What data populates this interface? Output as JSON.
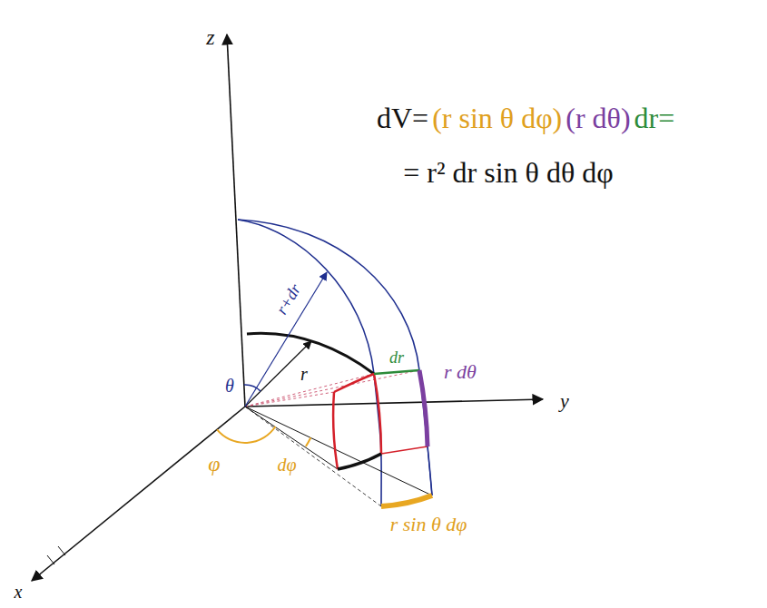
{
  "diagram": {
    "labels": [
      "z",
      "dV=",
      "(r sin θ dφ)",
      "(r dθ)",
      "dr=",
      "= r² dr sin θ dθ dφ",
      "r+dr",
      "r",
      "dr",
      "r dθ",
      "θ",
      "y",
      "φ",
      "dφ",
      "r sin θ dφ",
      "x"
    ]
  }
}
